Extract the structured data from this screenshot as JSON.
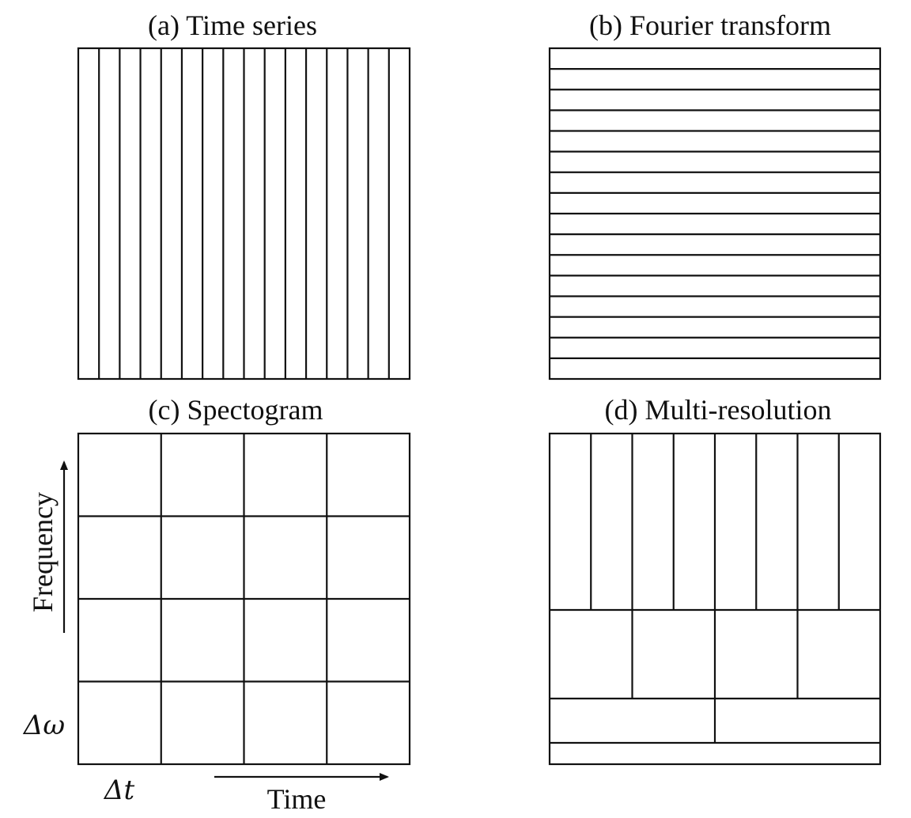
{
  "panels": {
    "a": {
      "title": "(a) Time series"
    },
    "b": {
      "title": "(b) Fourier transform"
    },
    "c": {
      "title": "(c) Spectogram"
    },
    "d": {
      "title": "(d) Multi-resolution"
    }
  },
  "axes": {
    "frequency": "Frequency",
    "time": "Time",
    "delta_omega": "Δω",
    "delta_t": "Δt"
  },
  "colors": {
    "ink": "#111111",
    "background": "#ffffff"
  }
}
